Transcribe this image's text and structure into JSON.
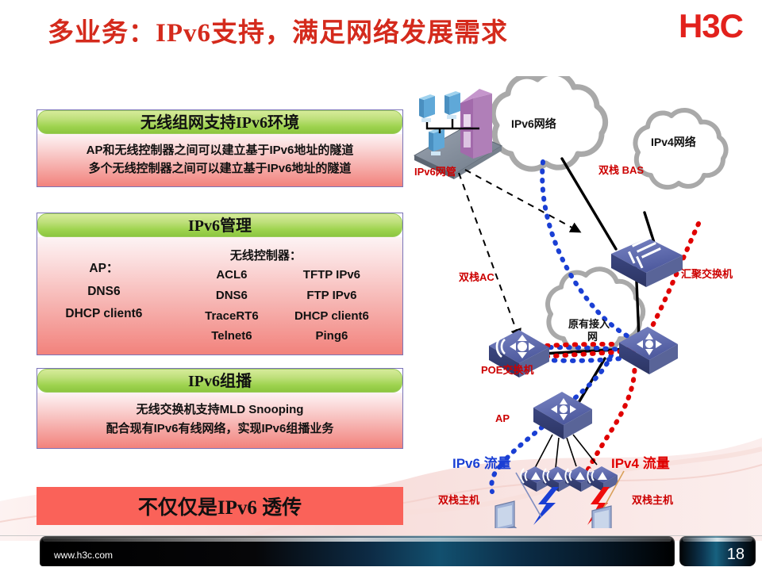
{
  "slide": {
    "title": "多业务：IPv6支持，满足网络发展需求",
    "logo": "H3C",
    "page_number": "18",
    "footer_url": "www.h3c.com"
  },
  "panels": [
    {
      "id": "wlan",
      "header": "无线组网支持IPv6环境",
      "lines": [
        "AP和无线控制器之间可以建立基于IPv6地址的隧道",
        "多个无线控制器之间可以建立基于IPv6地址的隧道"
      ]
    },
    {
      "id": "mgmt",
      "header": "IPv6管理",
      "ap_title": "AP：",
      "ap_items": [
        "DNS6",
        "DHCP client6"
      ],
      "wc_title": "无线控制器：",
      "wc_col1": [
        "ACL6",
        "DNS6",
        "TraceRT6",
        "Telnet6"
      ],
      "wc_col2": [
        "TFTP IPv6",
        "FTP IPv6",
        "DHCP client6",
        "Ping6"
      ]
    },
    {
      "id": "mcast",
      "header": "IPv6组播",
      "lines": [
        "无线交换机支持MLD Snooping",
        "配合现有IPv6有线网络，实现IPv6组播业务"
      ]
    }
  ],
  "banner": {
    "text": "不仅仅是IPv6 透传"
  },
  "diagram": {
    "clouds": [
      {
        "name": "ipv6-network",
        "label": "IPv6网络"
      },
      {
        "name": "ipv4-network",
        "label": "IPv4网络"
      },
      {
        "name": "legacy-access-network",
        "label_line1": "原有接入",
        "label_line2": "网"
      }
    ],
    "nodes": [
      {
        "name": "ipv6-nms",
        "label": "IPv6网管"
      },
      {
        "name": "dual-stack-bas",
        "label": "双栈 BAS"
      },
      {
        "name": "dual-stack-ac",
        "label": "双栈AC"
      },
      {
        "name": "aggregation-switch",
        "label": "汇聚交换机"
      },
      {
        "name": "poe-switch",
        "label": "POE交换机"
      },
      {
        "name": "access-point",
        "label": "AP"
      },
      {
        "name": "dual-stack-host-left",
        "label": "双栈主机"
      },
      {
        "name": "dual-stack-host-right",
        "label": "双栈主机"
      }
    ],
    "flows": [
      {
        "name": "ipv6-traffic",
        "label": "IPv6 流量",
        "color": "#1a3fd4"
      },
      {
        "name": "ipv4-traffic",
        "label": "IPv4 流量",
        "color": "#e00000"
      }
    ]
  },
  "colors": {
    "title_red": "#d42a1c",
    "logo_red": "#e2211c",
    "panel_header_green": "#9ed34f",
    "panel_body_pink": "#f6b0ad",
    "panel_border_purple": "#7b74b8",
    "banner_coral": "#fa6259",
    "label_red": "#cc0000",
    "ipv6_blue": "#1a3fd4",
    "ipv4_red": "#e00000",
    "device_blue": "#4a5596",
    "cloud_gray": "#a9a9a9"
  }
}
